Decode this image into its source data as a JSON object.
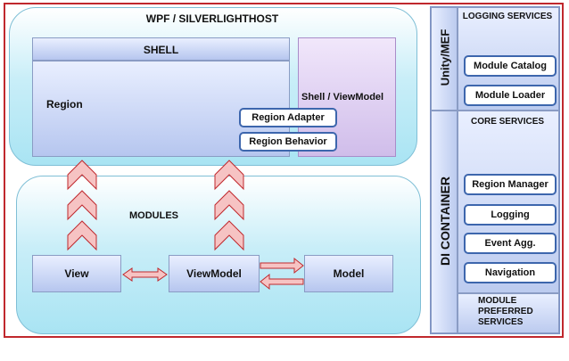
{
  "host": {
    "title": "WPF / SILVERLIGHTHOST"
  },
  "shell": {
    "title": "SHELL",
    "region_label": "Region",
    "shell_viewmodel_label": "Shell / ViewModel",
    "region_adapter": "Region Adapter",
    "region_behavior": "Region Behavior"
  },
  "modules": {
    "title": "MODULES",
    "view": "View",
    "viewmodel": "ViewModel",
    "model": "Model"
  },
  "sidebar": {
    "unity_mef": "Unity/MEF",
    "di_container": "DI CONTAINER",
    "logging_services": "LOGGING SERVICES",
    "module_catalog": "Module Catalog",
    "module_loader": "Module Loader",
    "core_services": "CORE SERVICES",
    "region_manager": "Region Manager",
    "logging": "Logging",
    "event_agg": "Event Agg.",
    "navigation": "Navigation",
    "module_preferred_services": [
      "MODULE",
      "PREFERRED",
      "SERVICES"
    ]
  },
  "colors": {
    "border": "#c0282d",
    "arrow_fill": "#f6c3c3",
    "arrow_stroke": "#c0282d",
    "pill_border": "#3d66ad"
  }
}
